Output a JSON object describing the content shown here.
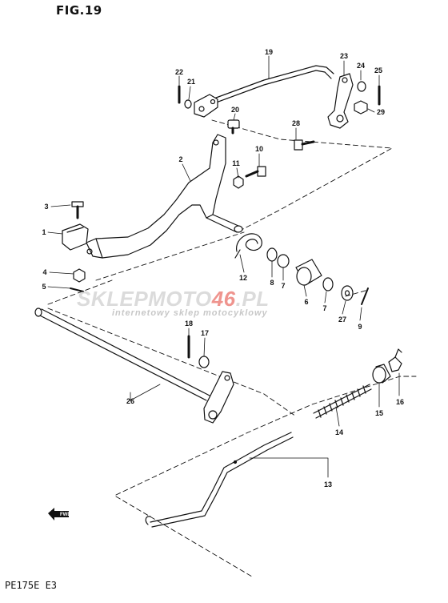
{
  "figure": {
    "title": "FIG.19",
    "model": "PE175E  E3"
  },
  "watermark": {
    "main_a": "SKLEPMOTO",
    "main_b": "46",
    "main_c": ".PL",
    "sub": "internetowy sklep motocyklowy"
  },
  "fwd_label": "FWD",
  "callouts": [
    "19",
    "22",
    "21",
    "23",
    "24",
    "25",
    "20",
    "29",
    "28",
    "10",
    "11",
    "2",
    "3",
    "1",
    "4",
    "5",
    "12",
    "8",
    "7",
    "6",
    "7",
    "27",
    "9",
    "18",
    "17",
    "26",
    "16",
    "15",
    "14",
    "13"
  ],
  "colors": {
    "ink": "#111111",
    "watermark_red": "#e13c32",
    "watermark_gray": "#bebebe"
  }
}
